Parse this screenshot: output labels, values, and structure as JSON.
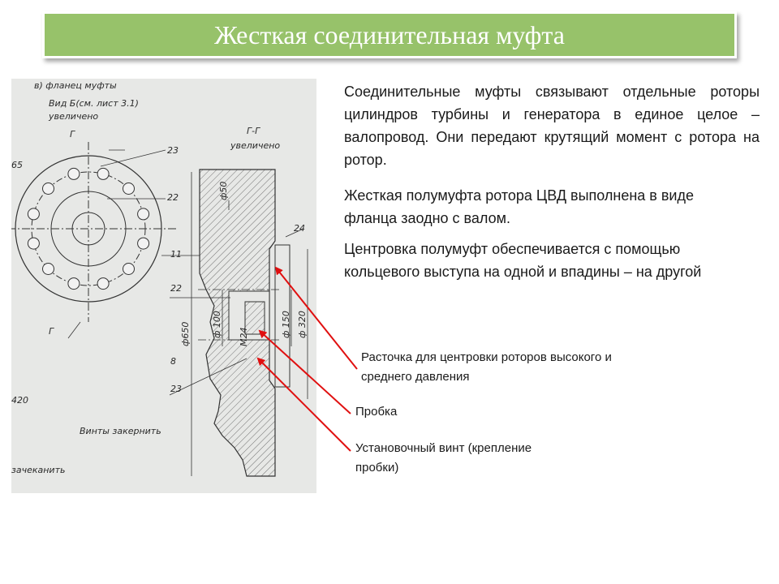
{
  "slide": {
    "title": "Жесткая соединительная муфта",
    "paragraphs": [
      "Соединительные муфты связывают отдельные роторы цилиндров турбины и генератора в единое целое – валопровод. Они передают крутящий момент с ротора на ротор.",
      "Жесткая полумуфта ротора ЦВД выполнена в виде фланца заодно с валом.",
      "Центровка полумуфт обеспечивается с помощью кольцевого выступа на одной и впадины – на другой"
    ],
    "callouts": [
      "Расточка для центровки роторов высокого и среднего давления",
      "Пробка",
      "Установочный винт (крепление пробки)"
    ],
    "arrow_color": "#e01010"
  },
  "drawing": {
    "labels": {
      "view_title": "в) фланец муфты",
      "view_ref": "Вид Б(см. лист 3.1)",
      "view_scale": "увеличено",
      "section_mark": "Г",
      "section_mark_lower": "Г",
      "section_title": "Г-Г",
      "section_scale": "увеличено",
      "dim_65": "65",
      "dim_420": "420",
      "dim_650": "ф650",
      "dim_100": "ф 100",
      "dim_150": "ф 150",
      "dim_320": "ф 320",
      "dim_50": "ф50",
      "thread": "M24",
      "ref_23a": "23",
      "ref_22a": "22",
      "ref_11": "11",
      "ref_24": "24",
      "ref_22b": "22",
      "ref_8": "8",
      "ref_23b": "23",
      "note_screws": "Винты закернить",
      "note_peen": "зачеканить"
    }
  }
}
